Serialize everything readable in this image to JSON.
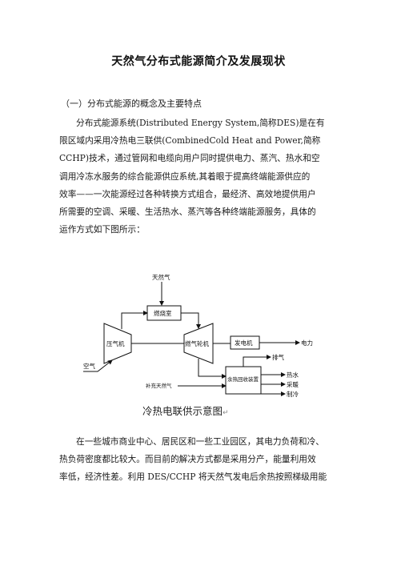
{
  "title": "天然气分布式能源简介及发展现状",
  "section_heading": "（一）分布式能源的概念及主要特点",
  "paragraph1": {
    "lines": [
      "分布式能源系统(Distributed Energy System,简称DES)是在有",
      "限区域内采用冷热电三联供(CombinedCold Heat and Power,简称",
      "CCHP)技术，通过管网和电缆向用户同时提供电力、蒸汽、热水和空",
      "调用冷冻水服务的综合能源供应系统,其着眼于提高终端能源供应的",
      "效率——一次能源经过各种转换方式组合，最经济、高效地提供用户",
      "所需要的空调、采暖、生活热水、蒸汽等各种终端能源服务，具体的",
      "运作方式如下图所示："
    ]
  },
  "diagram": {
    "natural_gas": "天然气",
    "combustion_chamber": "燃烧室",
    "compressor": "压气机",
    "gas_turbine": "燃气轮机",
    "generator": "发电机",
    "electricity": "电力",
    "air": "空气",
    "exhaust": "排气",
    "supplementary_gas": "补充天然气",
    "heat_recovery": "余热回收装置",
    "hot_water": "热水",
    "heating": "采暖",
    "cooling": "制冷"
  },
  "caption": "冷热电联供示意图",
  "caption_mark": "↵",
  "paragraph2": {
    "lines": [
      "在一些城市商业中心、居民区和一些工业园区，其电力负荷和冷、",
      "热负荷密度都比较大。而目前的解决方式都是采用分产，能量利用效",
      "率低，经济性差。利用 DES/CCHP 将天然气发电后余热按照梯级用能"
    ]
  }
}
